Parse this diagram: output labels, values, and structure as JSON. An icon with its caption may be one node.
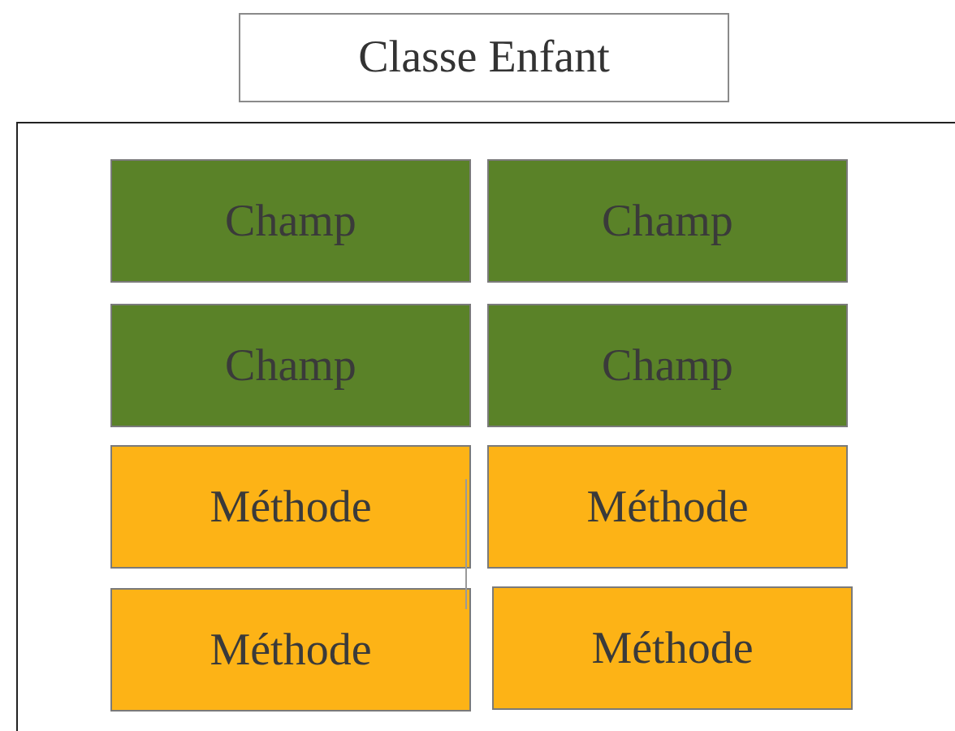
{
  "diagram": {
    "nodes": [
      {
        "text": [
          "Classe Enfant"
        ]
      },
      {
        "text": [],
        "shape": "box"
      },
      {
        "text": [
          "Champ"
        ],
        "in": 1
      },
      {
        "text": [
          "Champ"
        ],
        "in": 1
      },
      {
        "text": [
          "Champ"
        ],
        "in": 1
      },
      {
        "text": [
          "Champ"
        ],
        "in": 1
      },
      {
        "text": [
          "Méthode"
        ],
        "in": 1
      },
      {
        "text": [
          "Méthode"
        ],
        "in": 1
      },
      {
        "text": [
          "Méthode"
        ],
        "in": 1
      },
      {
        "text": [
          "Méthode"
        ],
        "in": 1
      }
    ]
  }
}
